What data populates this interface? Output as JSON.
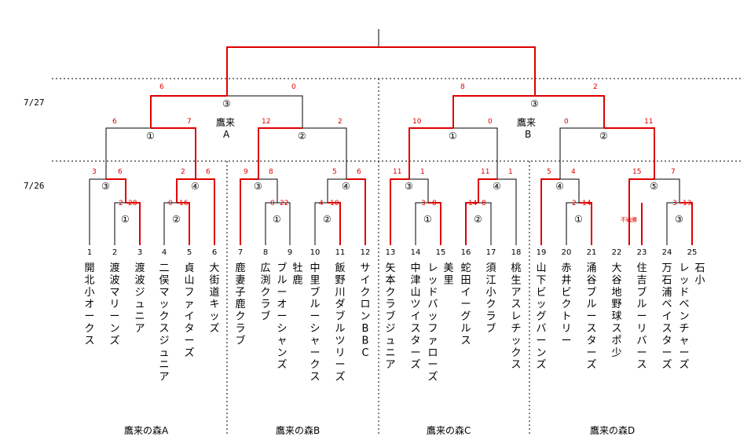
{
  "dates": {
    "final_day": "7/27",
    "first_day": "7/26"
  },
  "venues": [
    "鷹来\nA",
    "鷹来\nB"
  ],
  "blocks": [
    "鷹来の森A",
    "鷹来の森B",
    "鷹来の森C",
    "鷹来の森D"
  ],
  "teams": [
    {
      "no": "1",
      "name": "開北小オークス"
    },
    {
      "no": "2",
      "name": "渡波マリーンズ"
    },
    {
      "no": "3",
      "name": "渡波ジュニア"
    },
    {
      "no": "4",
      "name": "二俣マックスジュニア"
    },
    {
      "no": "5",
      "name": "貞山ファイターズ"
    },
    {
      "no": "6",
      "name": "大街道キッズ"
    },
    {
      "no": "7",
      "name": "鹿妻子鹿クラブ"
    },
    {
      "no": "8",
      "name": "広渕クラブ"
    },
    {
      "no": "9",
      "name": "牡鹿\nブルーオーシャンズ"
    },
    {
      "no": "10",
      "name": "中里ブルーシャークス"
    },
    {
      "no": "11",
      "name": "飯野川ダブルツリーズ"
    },
    {
      "no": "12",
      "name": "サイクロンBBC"
    },
    {
      "no": "13",
      "name": "矢本クラブジュニア"
    },
    {
      "no": "14",
      "name": "中津山ツイスターズ"
    },
    {
      "no": "15",
      "name": "美里\nレッドバッファローズ"
    },
    {
      "no": "16",
      "name": "蛇田イーグルス"
    },
    {
      "no": "17",
      "name": "須江小クラブ"
    },
    {
      "no": "18",
      "name": "桃生アスレチックス"
    },
    {
      "no": "19",
      "name": "山下ビッグバーンズ"
    },
    {
      "no": "20",
      "name": "赤井ビクトリー"
    },
    {
      "no": "21",
      "name": "涌谷ブルースターズ"
    },
    {
      "no": "22",
      "name": "大谷地野球スポ少"
    },
    {
      "no": "23",
      "name": "住吉ブルーリバース"
    },
    {
      "no": "24",
      "name": "万石浦ベイスターズ"
    },
    {
      "no": "25",
      "name": "石小\nレッドベンチャーズ"
    }
  ],
  "round_marks": {
    "r1": "①",
    "r2": "②",
    "r3": "③",
    "r4": "④",
    "r5": "⑤"
  },
  "forfeit_note": "不戦勝",
  "scores": {
    "first_round": [
      {
        "match": "A①",
        "left": "2",
        "right": "28"
      },
      {
        "match": "A②",
        "left": "0",
        "right": "16"
      },
      {
        "match": "A③",
        "left": "3",
        "right": "6"
      },
      {
        "match": "A④",
        "left": "2",
        "right": "6"
      },
      {
        "match": "B①",
        "left": "0",
        "right": "22"
      },
      {
        "match": "B②",
        "left": "4",
        "right": "10"
      },
      {
        "match": "B③",
        "left": "9",
        "right": "8"
      },
      {
        "match": "B④",
        "left": "5",
        "right": "6"
      },
      {
        "match": "C①",
        "left": "3",
        "right": "8"
      },
      {
        "match": "C②",
        "left": "14",
        "right": "8"
      },
      {
        "match": "C③",
        "left": "11",
        "right": "1"
      },
      {
        "match": "C④",
        "left": "11",
        "right": "1"
      },
      {
        "match": "D①",
        "left": "2",
        "right": "14"
      },
      {
        "match": "D③",
        "left": "3",
        "right": "13"
      },
      {
        "match": "D④",
        "left": "5",
        "right": "4"
      },
      {
        "match": "D⑤",
        "left": "15",
        "right": "7"
      }
    ],
    "second_day": [
      {
        "match": "A①",
        "left": "6",
        "right": "7"
      },
      {
        "match": "A②",
        "left": "12",
        "right": "2"
      },
      {
        "match": "A③",
        "left": "6",
        "right": "0"
      },
      {
        "match": "B①",
        "left": "10",
        "right": "0"
      },
      {
        "match": "B②",
        "left": "0",
        "right": "11"
      },
      {
        "match": "B③",
        "left": "8",
        "right": "2"
      }
    ]
  }
}
